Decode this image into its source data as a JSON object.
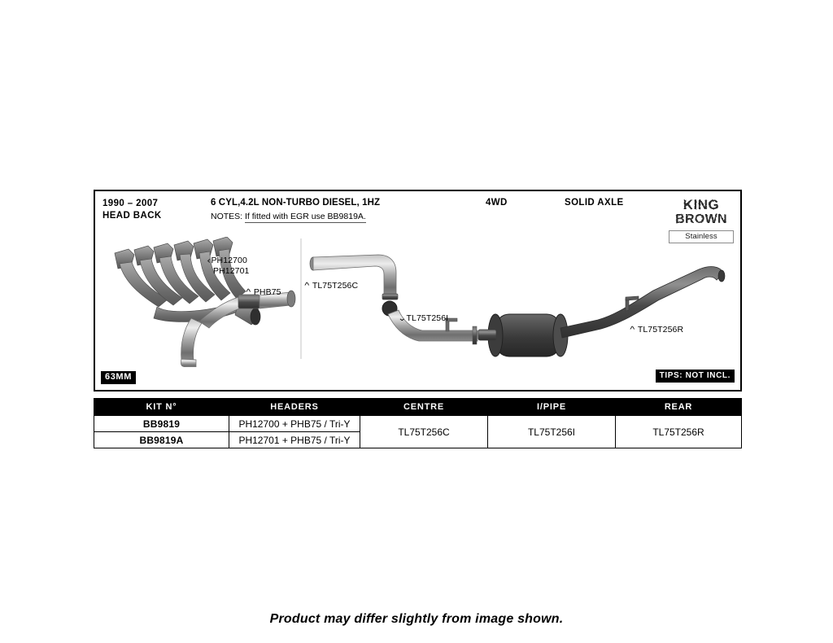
{
  "spec": {
    "year_range": "1990 – 2007",
    "fitment": "HEAD BACK",
    "engine": "6 CYL,4.2L NON-TURBO DIESEL, 1HZ",
    "notes_label": "NOTES:",
    "notes_text": "If fitted with EGR use BB9819A.",
    "drive": "4WD",
    "axle": "SOLID AXLE"
  },
  "brand": {
    "name_line1": "KING",
    "name_line2": "BROWN",
    "material_badge": "Stainless"
  },
  "diagram": {
    "labels": {
      "header_primary": "PH12700",
      "header_secondary": "PH12701",
      "collector": "PHB75",
      "centre": "TL75T256C",
      "intermediate": "TL75T256I",
      "rear": "TL75T256R"
    }
  },
  "badges": {
    "pipe_size": "63MM",
    "tips": "TIPS: NOT INCL."
  },
  "table": {
    "columns": [
      "KIT N°",
      "HEADERS",
      "CENTRE",
      "I/PIPE",
      "REAR"
    ],
    "rows": [
      {
        "kit": "BB9819",
        "headers": "PH12700 + PHB75 / Tri-Y",
        "centre": "TL75T256C",
        "ipipe": "TL75T256I",
        "rear": "TL75T256R"
      },
      {
        "kit": "BB9819A",
        "headers": "PH12701 + PHB75 / Tri-Y"
      }
    ]
  },
  "footer": {
    "disclaimer": "Product may differ slightly from image shown."
  },
  "colors": {
    "frame": "#000000",
    "badge_bg": "#000000",
    "pipe_light": "#9a9a9a",
    "pipe_dark": "#3f3f3f"
  }
}
